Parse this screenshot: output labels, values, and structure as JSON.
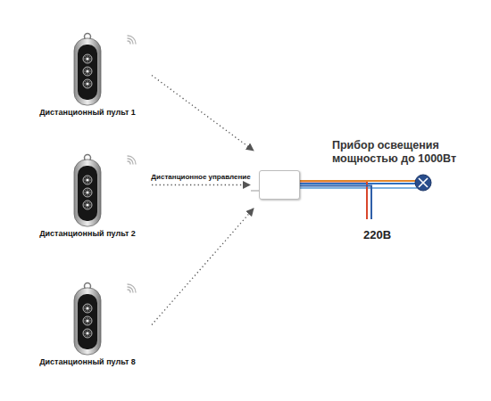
{
  "diagram": {
    "nodes": [
      {
        "text": [
          "Дистанционный пульт 1"
        ]
      },
      {
        "text": [
          "Дистанционный пульт 2"
        ]
      },
      {
        "text": [
          "Дистанционный пульт 8"
        ]
      },
      {
        "text": []
      },
      {
        "text": [
          "Прибор освещения мощностью до 1000Вт"
        ]
      }
    ],
    "edges": [
      {
        "from": 0,
        "to": 3,
        "arrow": "to"
      },
      {
        "from": 1,
        "to": 3,
        "label": "Дистанционное управление",
        "arrow": "to"
      },
      {
        "from": 2,
        "to": 3,
        "arrow": "to"
      },
      {
        "from": 3,
        "to": 4,
        "arrow": "none"
      }
    ],
    "labels": [
      "220В"
    ]
  }
}
